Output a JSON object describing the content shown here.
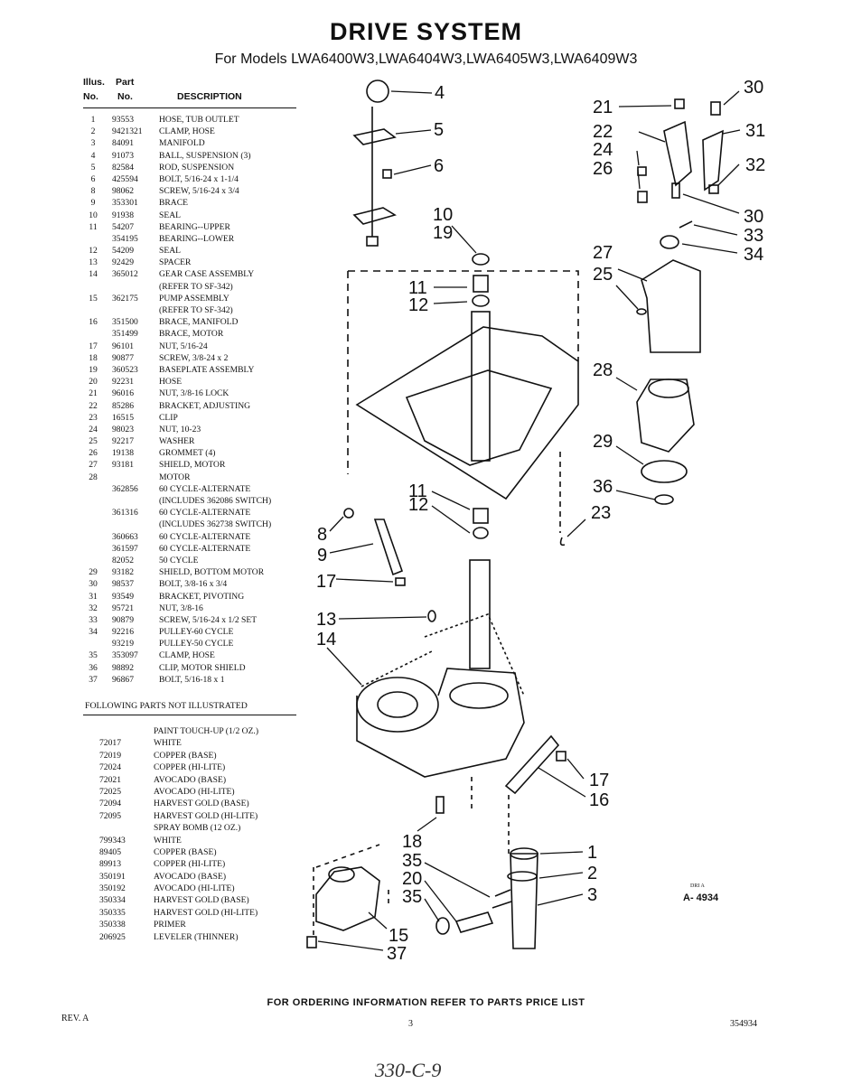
{
  "header": {
    "title": "DRIVE SYSTEM",
    "subtitle": "For Models LWA6400W3,LWA6404W3,LWA6405W3,LWA6409W3"
  },
  "columns": {
    "illus_top": "Illus.",
    "part_top": "Part",
    "illus_no": "No.",
    "part_no": "No.",
    "description": "DESCRIPTION"
  },
  "parts": [
    {
      "illus": "1",
      "part": "93553",
      "desc": "HOSE, TUB OUTLET"
    },
    {
      "illus": "2",
      "part": "9421321",
      "desc": "CLAMP, HOSE"
    },
    {
      "illus": "3",
      "part": "84091",
      "desc": "MANIFOLD"
    },
    {
      "illus": "4",
      "part": "91073",
      "desc": "BALL, SUSPENSION (3)"
    },
    {
      "illus": "5",
      "part": "82584",
      "desc": "ROD, SUSPENSION"
    },
    {
      "illus": "6",
      "part": "425594",
      "desc": "BOLT, 5/16-24 x 1-1/4"
    },
    {
      "illus": "8",
      "part": "98062",
      "desc": "SCREW, 5/16-24 x 3/4"
    },
    {
      "illus": "9",
      "part": "353301",
      "desc": "BRACE"
    },
    {
      "illus": "10",
      "part": "91938",
      "desc": "SEAL"
    },
    {
      "illus": "11",
      "part": "54207",
      "desc": "BEARING--UPPER"
    },
    {
      "illus": "",
      "part": "354195",
      "desc": "BEARING--LOWER"
    },
    {
      "illus": "12",
      "part": "54209",
      "desc": "SEAL"
    },
    {
      "illus": "13",
      "part": "92429",
      "desc": "SPACER"
    },
    {
      "illus": "14",
      "part": "365012",
      "desc": "GEAR CASE ASSEMBLY"
    },
    {
      "illus": "",
      "part": "",
      "desc": "(REFER TO SF-342)"
    },
    {
      "illus": "15",
      "part": "362175",
      "desc": "PUMP ASSEMBLY"
    },
    {
      "illus": "",
      "part": "",
      "desc": "(REFER TO SF-342)"
    },
    {
      "illus": "16",
      "part": "351500",
      "desc": "BRACE, MANIFOLD"
    },
    {
      "illus": "",
      "part": "351499",
      "desc": "BRACE, MOTOR"
    },
    {
      "illus": "17",
      "part": "96101",
      "desc": "NUT, 5/16-24"
    },
    {
      "illus": "18",
      "part": "90877",
      "desc": "SCREW, 3/8-24 x 2"
    },
    {
      "illus": "19",
      "part": "360523",
      "desc": "BASEPLATE ASSEMBLY"
    },
    {
      "illus": "20",
      "part": "92231",
      "desc": "HOSE"
    },
    {
      "illus": "21",
      "part": "96016",
      "desc": "NUT, 3/8-16 LOCK"
    },
    {
      "illus": "22",
      "part": "85286",
      "desc": "BRACKET, ADJUSTING"
    },
    {
      "illus": "23",
      "part": "16515",
      "desc": "CLIP"
    },
    {
      "illus": "24",
      "part": "98023",
      "desc": "NUT, 10-23"
    },
    {
      "illus": "25",
      "part": "92217",
      "desc": "WASHER"
    },
    {
      "illus": "26",
      "part": "19138",
      "desc": "GROMMET (4)"
    },
    {
      "illus": "27",
      "part": "93181",
      "desc": "SHIELD, MOTOR"
    },
    {
      "illus": "28",
      "part": "",
      "desc": "MOTOR"
    },
    {
      "illus": "",
      "part": "362856",
      "desc": "60 CYCLE-ALTERNATE"
    },
    {
      "illus": "",
      "part": "",
      "desc": "(INCLUDES 362086 SWITCH)"
    },
    {
      "illus": "",
      "part": "361316",
      "desc": "60 CYCLE-ALTERNATE"
    },
    {
      "illus": "",
      "part": "",
      "desc": "(INCLUDES 362738 SWITCH)"
    },
    {
      "illus": "",
      "part": "360663",
      "desc": "60 CYCLE-ALTERNATE"
    },
    {
      "illus": "",
      "part": "361597",
      "desc": "60 CYCLE-ALTERNATE"
    },
    {
      "illus": "",
      "part": "82052",
      "desc": "50 CYCLE"
    },
    {
      "illus": "29",
      "part": "93182",
      "desc": "SHIELD, BOTTOM MOTOR"
    },
    {
      "illus": "30",
      "part": "98537",
      "desc": "BOLT, 3/8-16 x 3/4"
    },
    {
      "illus": "31",
      "part": "93549",
      "desc": "BRACKET, PIVOTING"
    },
    {
      "illus": "32",
      "part": "95721",
      "desc": "NUT, 3/8-16"
    },
    {
      "illus": "33",
      "part": "90879",
      "desc": "SCREW, 5/16-24 x 1/2 SET"
    },
    {
      "illus": "34",
      "part": "92216",
      "desc": "PULLEY-60 CYCLE"
    },
    {
      "illus": "",
      "part": "93219",
      "desc": "PULLEY-50 CYCLE"
    },
    {
      "illus": "35",
      "part": "353097",
      "desc": "CLAMP, HOSE"
    },
    {
      "illus": "36",
      "part": "98892",
      "desc": "CLIP, MOTOR SHIELD"
    },
    {
      "illus": "37",
      "part": "96867",
      "desc": "BOLT, 5/16-18 x 1"
    }
  ],
  "following": {
    "heading": "FOLLOWING PARTS NOT ILLUSTRATED",
    "items": [
      {
        "part": "",
        "desc": "PAINT TOUCH-UP (1/2 OZ.)"
      },
      {
        "part": "72017",
        "desc": "WHITE"
      },
      {
        "part": "72019",
        "desc": "COPPER (BASE)"
      },
      {
        "part": "72024",
        "desc": "COPPER (HI-LITE)"
      },
      {
        "part": "72021",
        "desc": "AVOCADO (BASE)"
      },
      {
        "part": "72025",
        "desc": "AVOCADO (HI-LITE)"
      },
      {
        "part": "72094",
        "desc": "HARVEST GOLD (BASE)"
      },
      {
        "part": "72095",
        "desc": "HARVEST GOLD (HI-LITE)"
      },
      {
        "part": "",
        "desc": "SPRAY BOMB (12 OZ.)"
      },
      {
        "part": "799343",
        "desc": "WHITE"
      },
      {
        "part": "89405",
        "desc": "COPPER (BASE)"
      },
      {
        "part": "89913",
        "desc": "COPPER (HI-LITE)"
      },
      {
        "part": "350191",
        "desc": "AVOCADO (BASE)"
      },
      {
        "part": "350192",
        "desc": "AVOCADO (HI-LITE)"
      },
      {
        "part": "350334",
        "desc": "HARVEST GOLD (BASE)"
      },
      {
        "part": "350335",
        "desc": "HARVEST GOLD (HI-LITE)"
      },
      {
        "part": "350338",
        "desc": "PRIMER"
      },
      {
        "part": "206925",
        "desc": "LEVELER (THINNER)"
      }
    ]
  },
  "callouts": [
    "4",
    "5",
    "6",
    "10",
    "19",
    "11",
    "12",
    "11",
    "12",
    "8",
    "9",
    "17",
    "13",
    "14",
    "18",
    "35",
    "20",
    "35",
    "15",
    "37",
    "1",
    "2",
    "3",
    "17",
    "16",
    "21",
    "22",
    "24",
    "26",
    "30",
    "31",
    "32",
    "30",
    "33",
    "34",
    "27",
    "25",
    "28",
    "29",
    "36",
    "23"
  ],
  "figure_ref": "A- 4934",
  "figure_ref_small": "DRI A",
  "footer": {
    "ordering": "FOR ORDERING INFORMATION REFER TO PARTS PRICE LIST",
    "rev": "REV. A",
    "page": "3",
    "docnum": "354934",
    "handwritten": "330-C-9"
  }
}
